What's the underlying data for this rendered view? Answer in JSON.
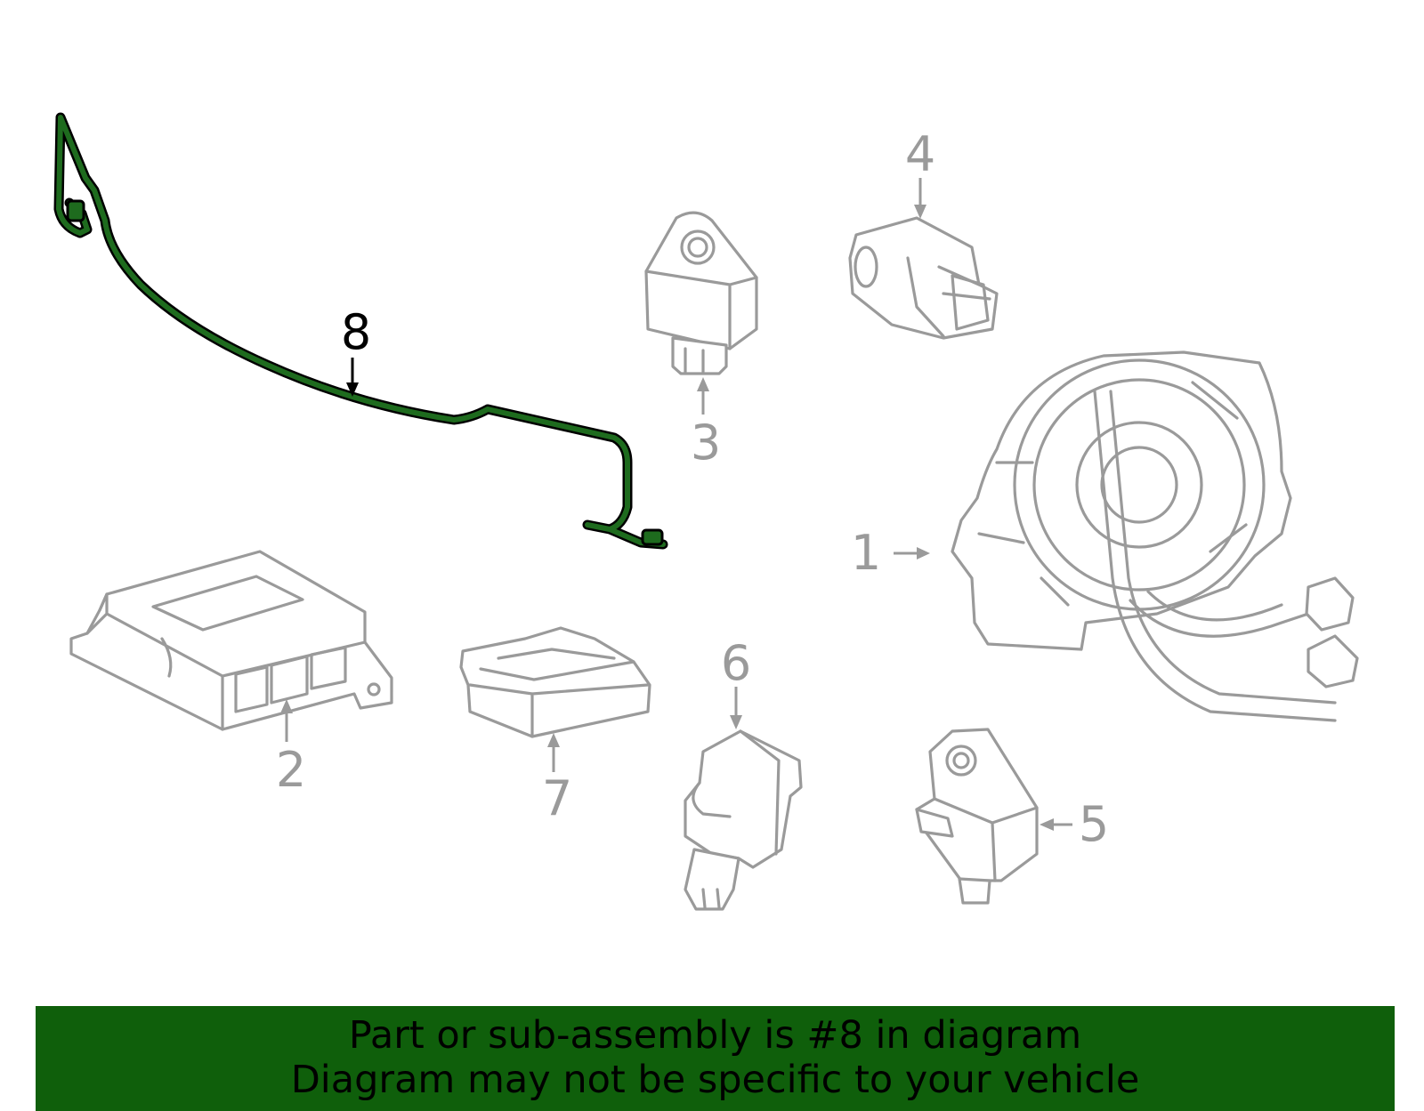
{
  "callouts": {
    "c1": "1",
    "c2": "2",
    "c3": "3",
    "c4": "4",
    "c5": "5",
    "c6": "6",
    "c7": "7",
    "c8": "8"
  },
  "highlighted_part": "8",
  "colors": {
    "highlight": "#1e6b1e",
    "banner": "#0f5f0b",
    "part_line": "#9a9a9a"
  },
  "banner": {
    "line1": "Part or sub-assembly is #8 in diagram",
    "line2": "Diagram may not be specific to your vehicle"
  }
}
